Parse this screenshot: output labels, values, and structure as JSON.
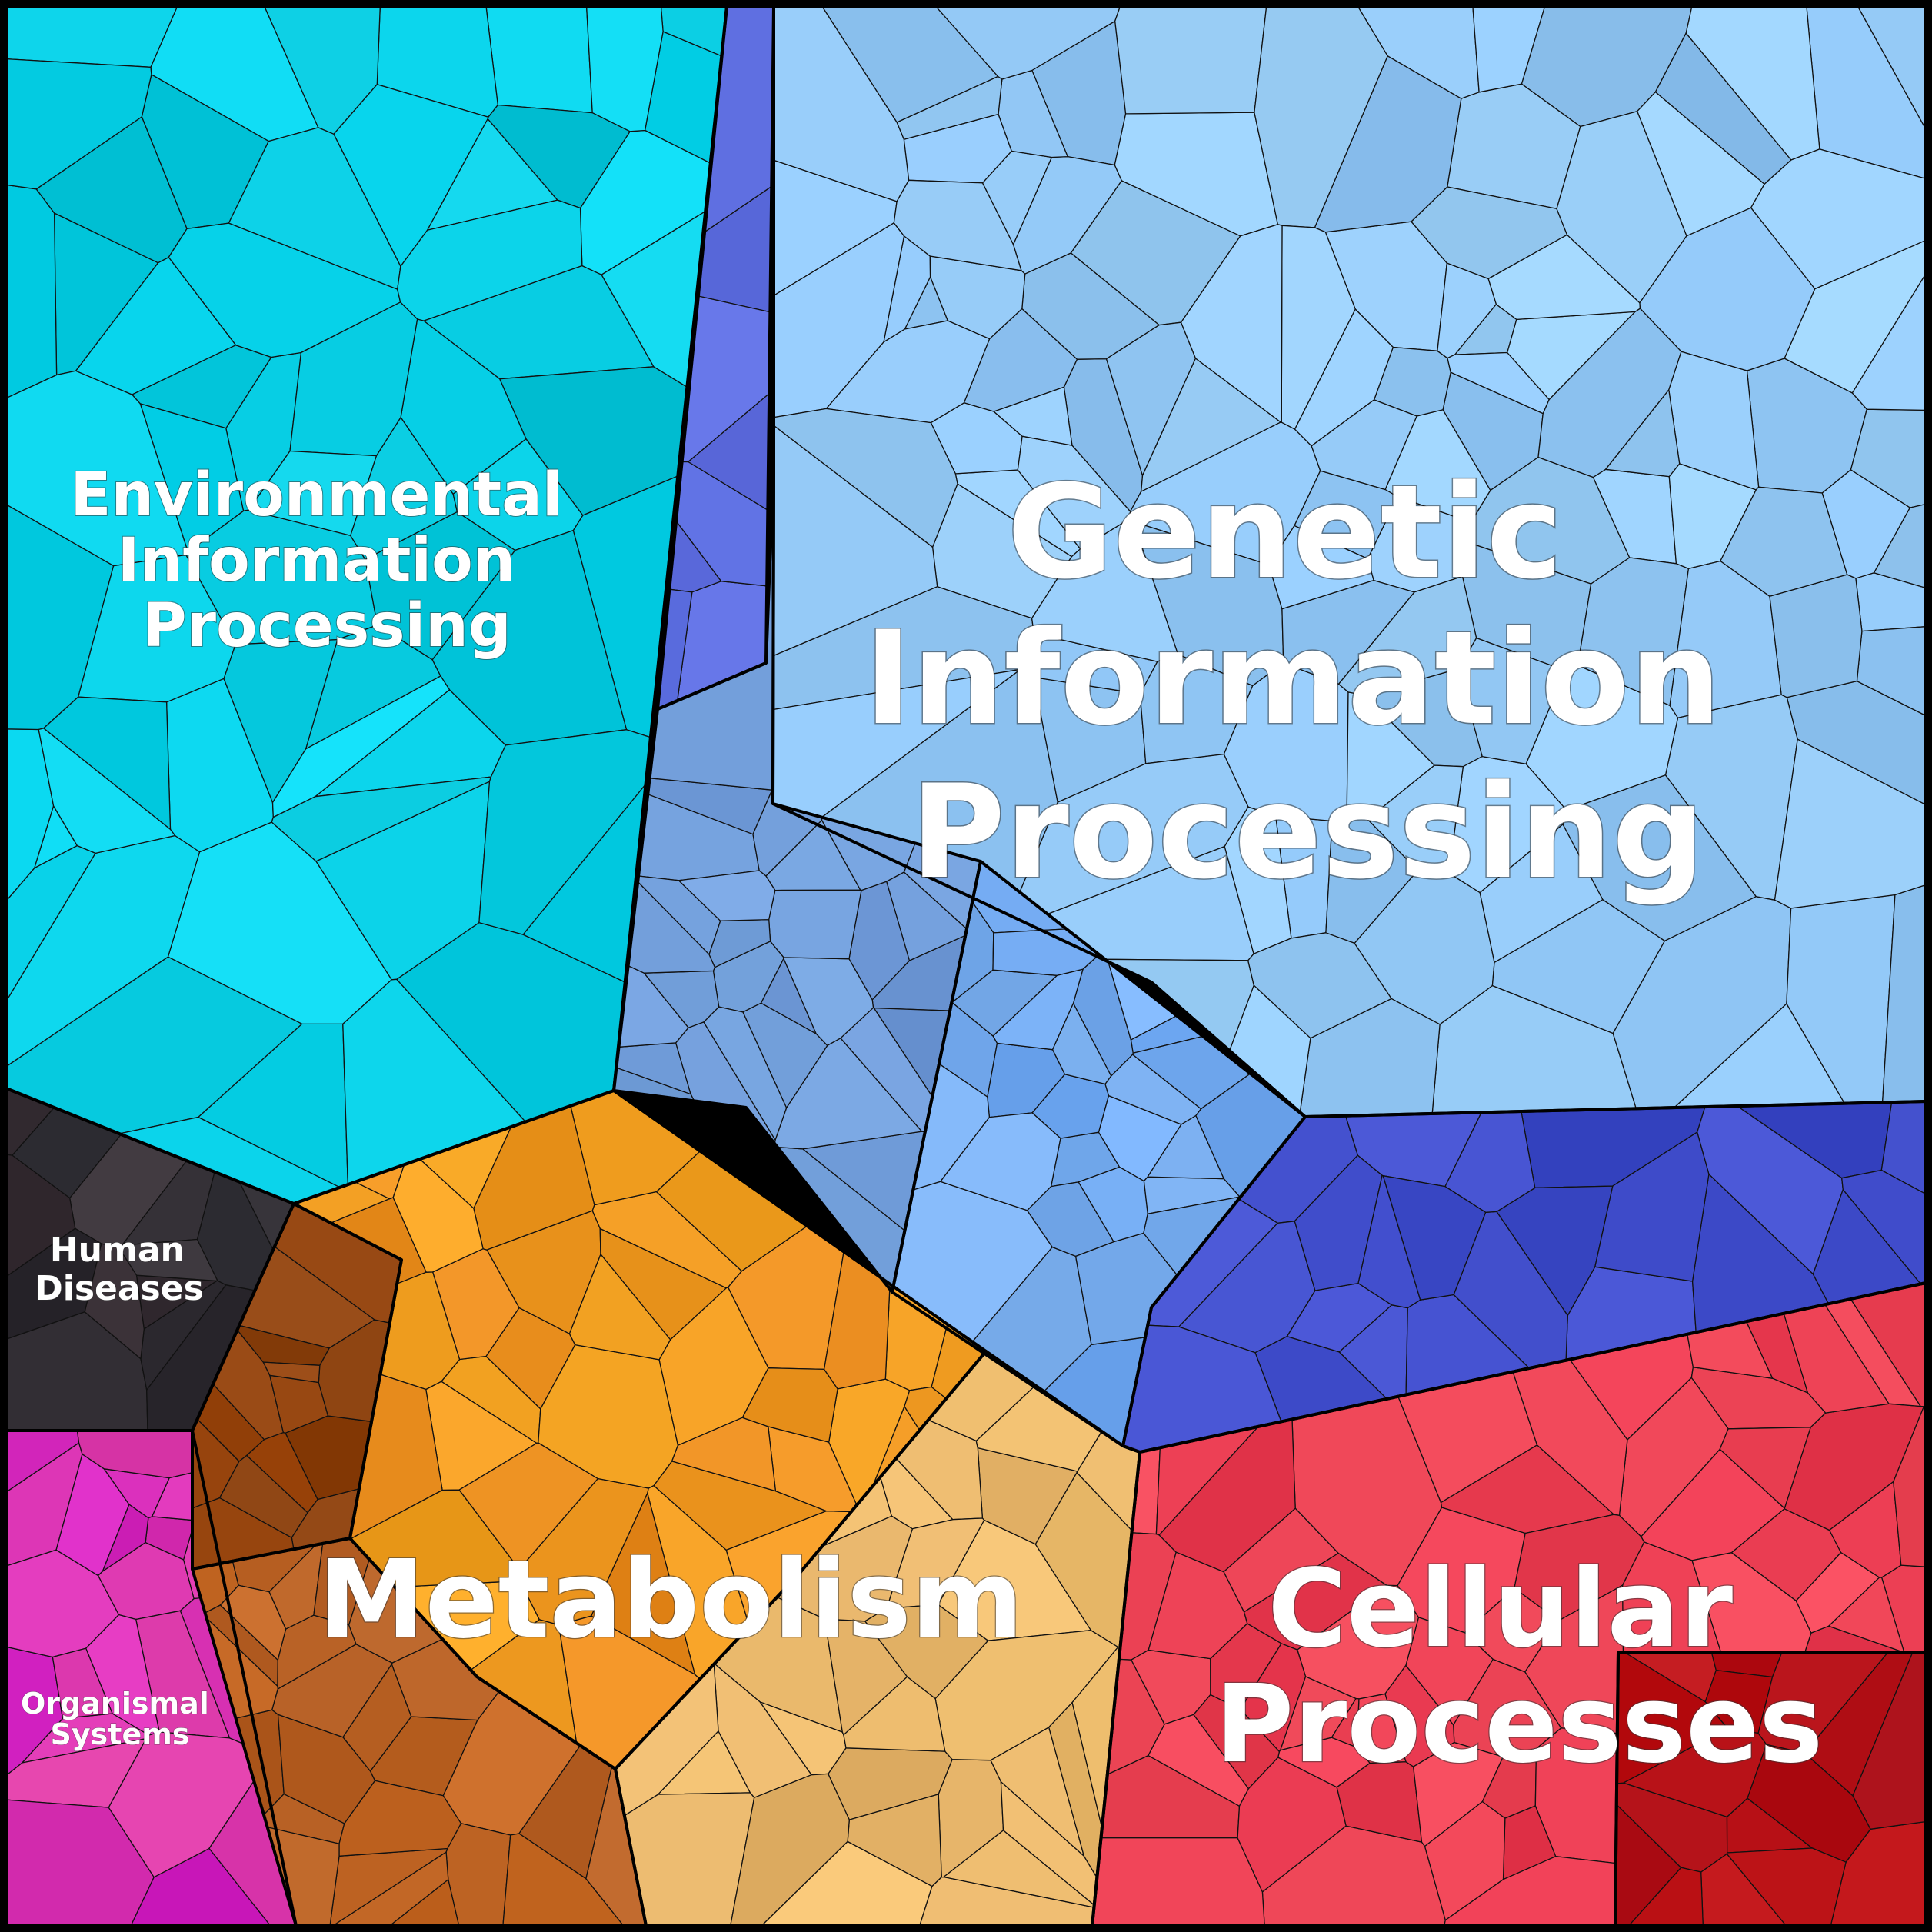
{
  "chart_data": {
    "type": "voronoi-treemap",
    "categories": [
      "Genetic Information Processing",
      "Environmental Information Processing",
      "Metabolism",
      "Cellular Processes",
      "Human Diseases",
      "Organismal Systems"
    ],
    "labels": {
      "genetic": [
        "Genetic",
        "Information",
        "Processing"
      ],
      "environmental": [
        "Environmental",
        "Information",
        "Processing"
      ],
      "metabolism": [
        "Metabolism"
      ],
      "cellular": [
        "Cellular",
        "Processes"
      ],
      "human": [
        "Human",
        "Diseases"
      ],
      "organismal": [
        "Organismal",
        "Systems"
      ]
    },
    "colors": {
      "genetic": "#9fd3fb",
      "genetic_sub1": "#6b76e8",
      "genetic_sub2": "#78a6e0",
      "genetic_sub3": "#6fa9f5",
      "genetic_sub4": "#4450d0",
      "environmental": "#07c8dc",
      "environmental_sub": "#0ad8f0",
      "metabolism_orange": "#f5a623",
      "metabolism_brown": "#8a4210",
      "metabolism_tan": "#e6b46a",
      "metabolism_copper": "#b45f25",
      "cellular": "#e8384f",
      "cellular_sub": "#c01418",
      "human": "#2a2a30",
      "organismal": "#d21ec8",
      "border": "#000000"
    }
  }
}
